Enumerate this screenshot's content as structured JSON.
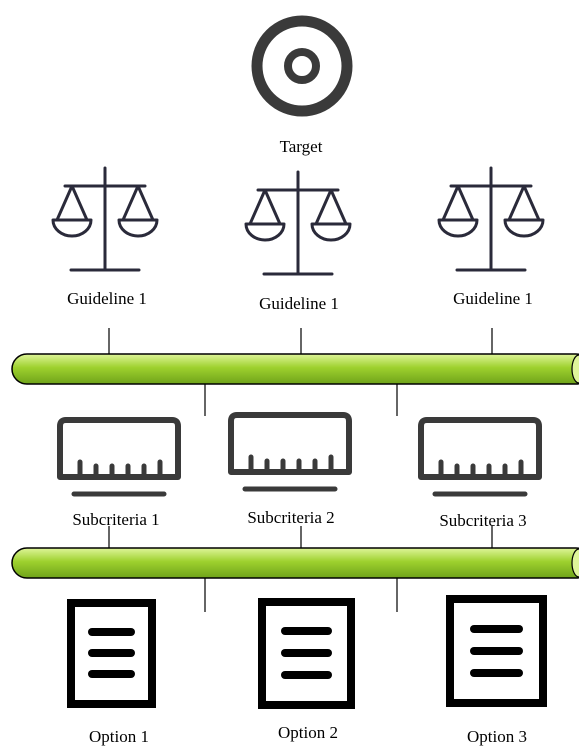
{
  "target": {
    "label": "Target",
    "icon": "target-icon"
  },
  "guidelines": [
    {
      "label": "Guideline 1",
      "icon": "balance-scale-icon"
    },
    {
      "label": "Guideline 1",
      "icon": "balance-scale-icon"
    },
    {
      "label": "Guideline 1",
      "icon": "balance-scale-icon"
    }
  ],
  "subcriteria": [
    {
      "label": "Subcriteria 1",
      "icon": "ruler-icon"
    },
    {
      "label": "Subcriteria 2",
      "icon": "ruler-icon"
    },
    {
      "label": "Subcriteria 3",
      "icon": "ruler-icon"
    }
  ],
  "options": [
    {
      "label": "Option 1",
      "icon": "document-icon"
    },
    {
      "label": "Option 2",
      "icon": "document-icon"
    },
    {
      "label": "Option 3",
      "icon": "document-icon"
    }
  ],
  "colors": {
    "bar_light": "#dff59a",
    "bar_mid": "#9ed12e",
    "bar_dark": "#6fa31a",
    "icon_dark": "#2a2a3a",
    "target": "#3a3a3a",
    "line": "#000000"
  }
}
